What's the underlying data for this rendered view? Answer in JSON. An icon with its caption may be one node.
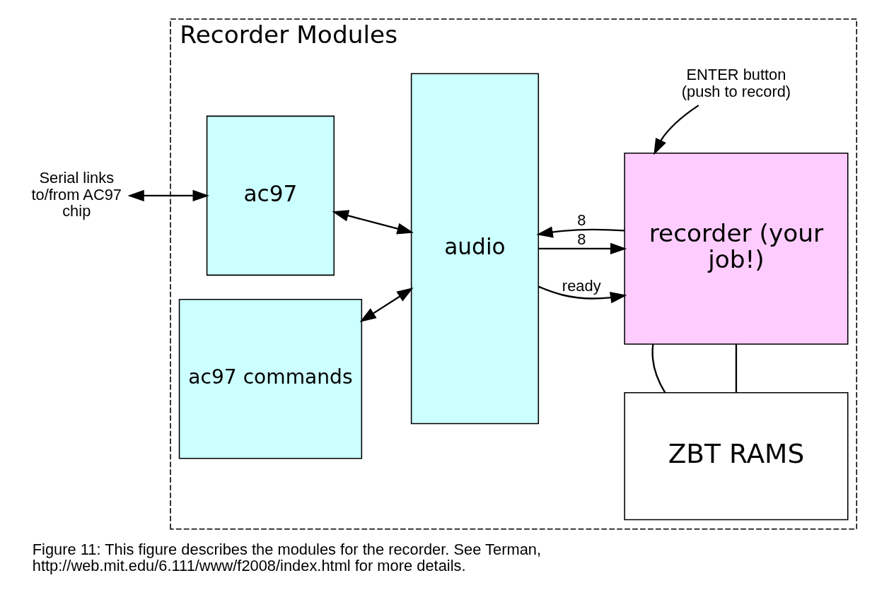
{
  "diagram": {
    "caption": "Figure 11: This figure describes the modules for the recorder. See Terman, http://web.mit.edu/6.111/www/f2008/index.html for more details.",
    "nodes": [
      {
        "text": [
          "Recorder Modules"
        ]
      },
      {
        "text": [
          "Serial links to/from AC97 chip"
        ]
      },
      {
        "text": [
          "ac97"
        ],
        "in": 0
      },
      {
        "text": [
          "ac97 commands"
        ],
        "in": 0
      },
      {
        "text": [
          "audio"
        ],
        "in": 0
      },
      {
        "text": [
          "ENTER button (push to record)"
        ],
        "in": 0
      },
      {
        "text": [
          "recorder (your job!)"
        ],
        "in": 0
      },
      {
        "text": [
          "ZBT RAMS"
        ],
        "in": 0
      }
    ],
    "edges": [
      {
        "from": 1,
        "to": 2,
        "arrow": "both"
      },
      {
        "from": 2,
        "to": 4,
        "arrow": "both"
      },
      {
        "from": 3,
        "to": 4,
        "arrow": "both"
      },
      {
        "from": 4,
        "to": 6,
        "arrow": "to",
        "label": "ready"
      },
      {
        "from": 4,
        "to": 6,
        "arrow": "to",
        "label": "8"
      },
      {
        "from": 6,
        "to": 4,
        "arrow": "to",
        "label": "8"
      },
      {
        "from": 5,
        "to": 6,
        "arrow": "to"
      },
      {
        "from": 6,
        "to": 7,
        "arrow": "none"
      },
      {
        "from": 6,
        "to": 7,
        "arrow": "none"
      }
    ]
  }
}
